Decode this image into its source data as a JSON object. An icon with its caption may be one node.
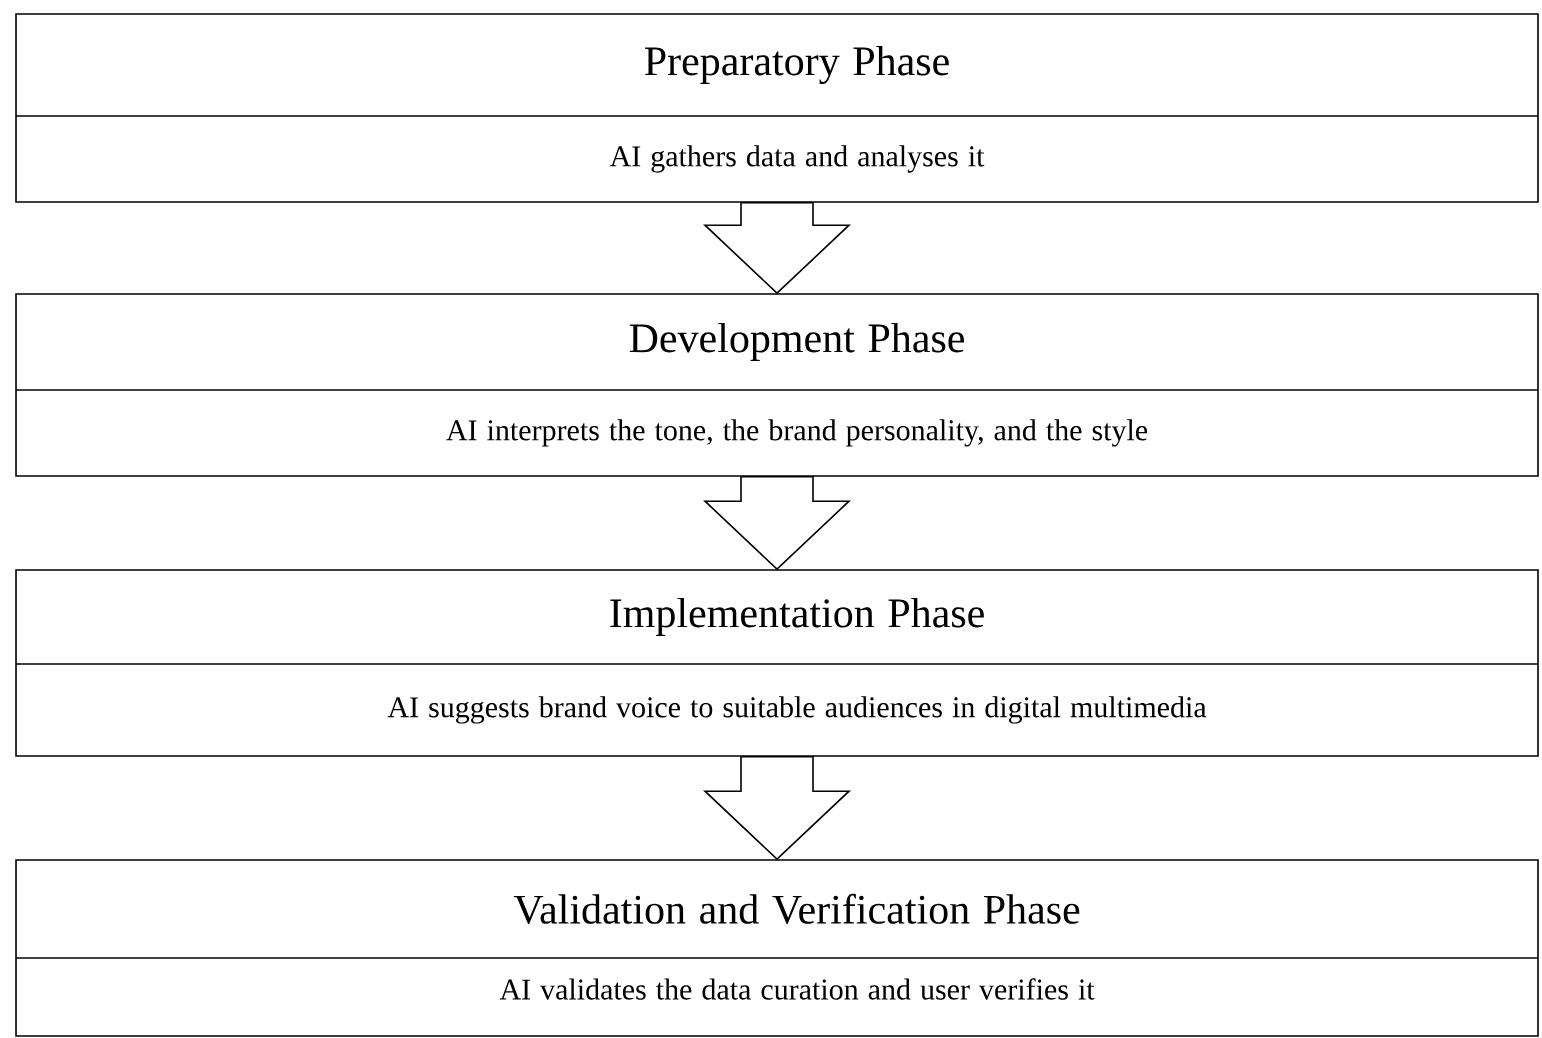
{
  "diagram": {
    "nodes": [
      {
        "text": [
          "Preparatory Phase",
          "AI gathers data and analyses it"
        ]
      },
      {
        "text": [
          "Development Phase",
          "AI interprets the tone, the brand personality, and the style"
        ]
      },
      {
        "text": [
          "Implementation Phase",
          "AI suggests brand voice to suitable audiences in digital multimedia"
        ]
      },
      {
        "text": [
          "Validation and Verification Phase",
          "AI validates the data curation and user verifies it"
        ]
      }
    ],
    "edges": [
      {
        "from": 0,
        "to": 1,
        "arrow": "to"
      },
      {
        "from": 1,
        "to": 2,
        "arrow": "to"
      },
      {
        "from": 2,
        "to": 3,
        "arrow": "to"
      }
    ]
  }
}
